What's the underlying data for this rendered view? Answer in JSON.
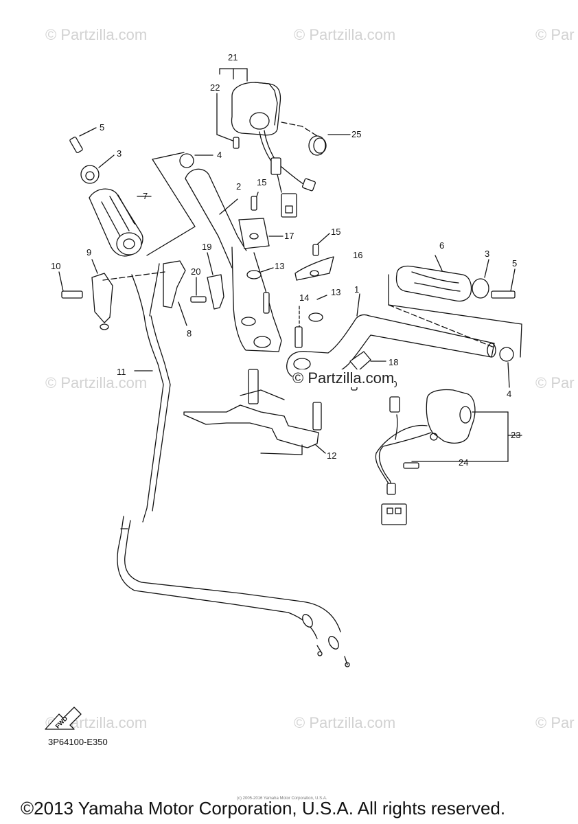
{
  "watermarks": {
    "text": "© Partzilla.com",
    "text_cropped": "© Par",
    "center": "© Partzilla.com"
  },
  "fwd_label": "FWD",
  "diagram_code": "3P64100-E350",
  "tiny_note": "(c) 2005-2016 Yamaha Motor Corporation, U.S.A.",
  "copyright": "©2013 Yamaha Motor Corporation, U.S.A. All rights reserved.",
  "callouts": {
    "c21": "21",
    "c22": "22",
    "c25": "25",
    "c5a": "5",
    "c3a": "3",
    "c4a": "4",
    "c2": "2",
    "c15a": "15",
    "c7": "7",
    "c17": "17",
    "c15b": "15",
    "c16": "16",
    "c6": "6",
    "c3b": "3",
    "c5b": "5",
    "c9": "9",
    "c10": "10",
    "c19": "19",
    "c13a": "13",
    "c20a": "20",
    "c8": "8",
    "c14": "14",
    "c13b": "13",
    "c1": "1",
    "c18": "18",
    "c20b": "20",
    "c4b": "4",
    "c11": "11",
    "c23": "23",
    "c24": "24",
    "c12": "12"
  }
}
